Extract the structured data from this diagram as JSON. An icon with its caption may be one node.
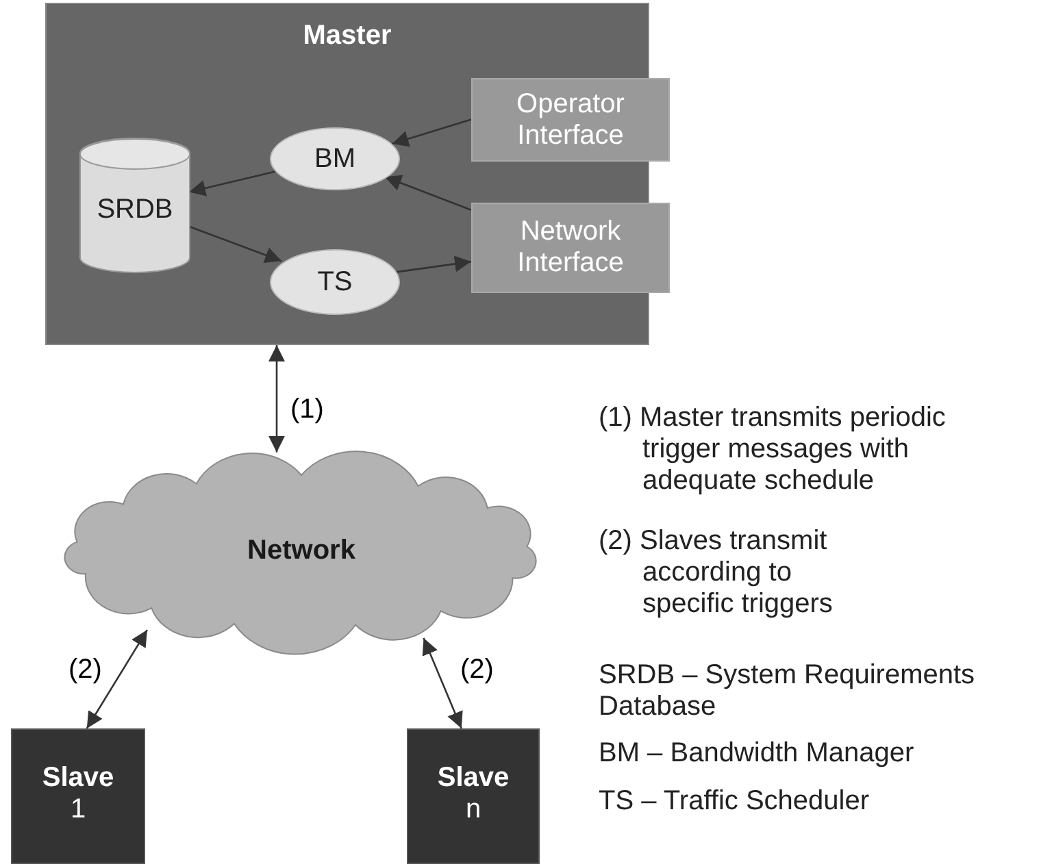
{
  "diagram": {
    "nodes": [
      {
        "text": [
          "Master"
        ]
      },
      {
        "text": [
          "Operator Interface"
        ]
      },
      {
        "text": [
          "BM"
        ],
        "in": 0
      },
      {
        "text": [
          "SRDB"
        ],
        "in": 0
      },
      {
        "text": [
          "Network Interface"
        ]
      },
      {
        "text": [
          "TS"
        ],
        "in": 0
      },
      {
        "text": [
          "Network"
        ]
      },
      {
        "text": [
          "Slave",
          "1"
        ]
      },
      {
        "text": [
          "Slave",
          "n"
        ]
      }
    ],
    "edges": [
      {
        "from": 1,
        "to": 2,
        "arrow": "to"
      },
      {
        "from": 2,
        "to": 3,
        "arrow": "to"
      },
      {
        "from": 4,
        "to": 2,
        "arrow": "to"
      },
      {
        "from": 3,
        "to": 5,
        "arrow": "to"
      },
      {
        "from": 5,
        "to": 4,
        "arrow": "to"
      },
      {
        "from": 0,
        "to": 6,
        "arrow": "both",
        "label": "(1)"
      },
      {
        "from": 6,
        "to": 7,
        "arrow": "both",
        "label": "(2)"
      },
      {
        "from": 6,
        "to": 8,
        "arrow": "both",
        "label": "(2)"
      }
    ],
    "labels": [
      "(1) Master transmits periodic trigger messages with adequate schedule",
      "(2) Slaves transmit according to specific triggers",
      "SRDB – System Requirements Database",
      "BM – Bandwidth Manager",
      "TS – Traffic Scheduler"
    ]
  }
}
